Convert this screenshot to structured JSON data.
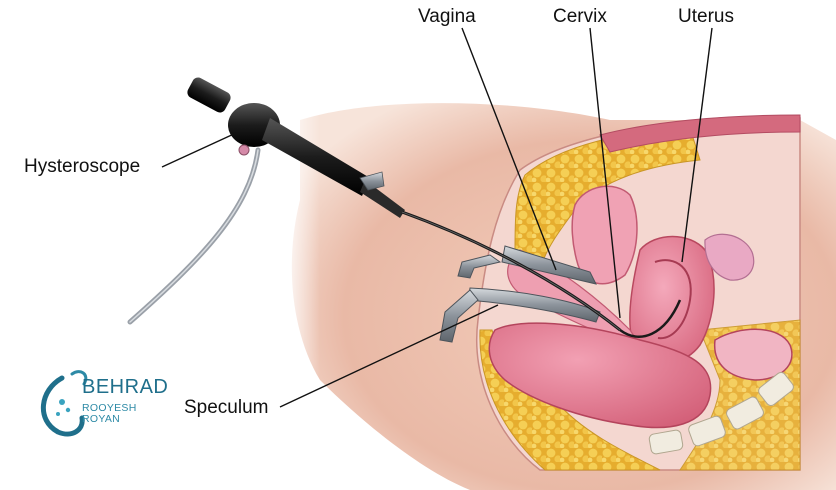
{
  "labels": {
    "vagina": "Vagina",
    "cervix": "Cervix",
    "uterus": "Uterus",
    "hysteroscope": "Hysteroscope",
    "speculum": "Speculum"
  },
  "logo": {
    "name": "BEHRAD",
    "subtitle": "ROOYESH ROYAN"
  },
  "colors": {
    "skin": "#e9b9a6",
    "tissue_pink": "#e88aa0",
    "fat_yellow": "#f2c64a",
    "instrument_dark": "#1c1c1c",
    "steel": "#9aa0a8",
    "logo_teal": "#1f6f8b"
  }
}
